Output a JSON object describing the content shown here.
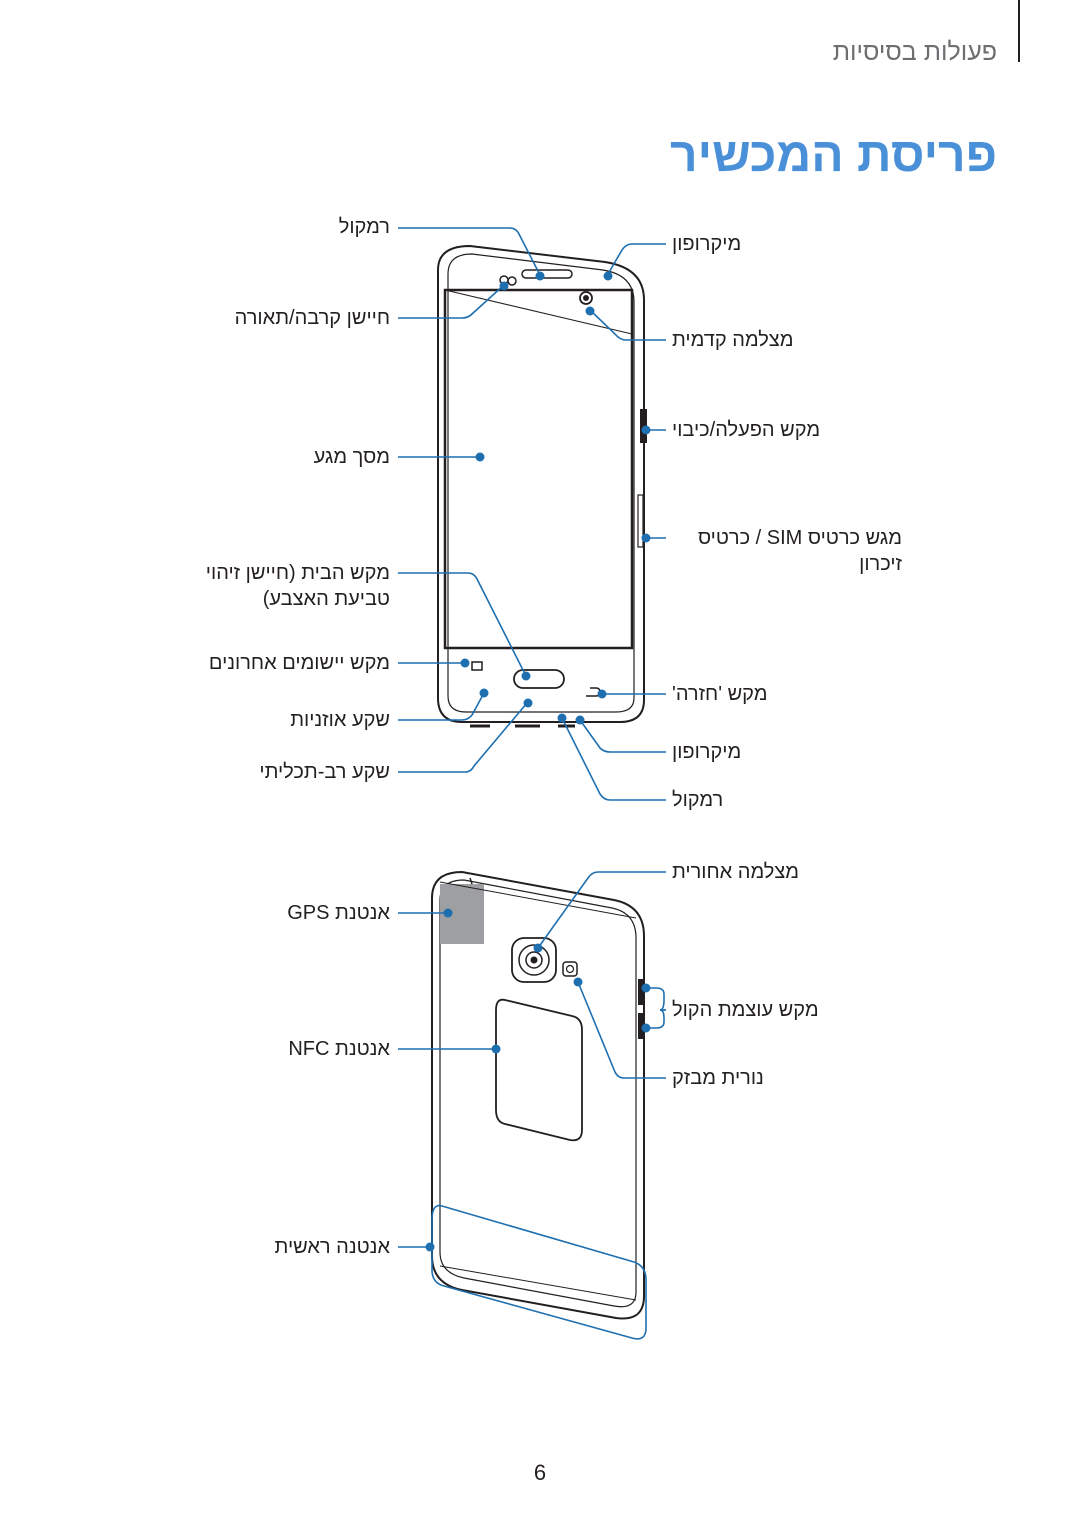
{
  "header": {
    "section_title": "פעולות בסיסיות"
  },
  "page_title": "פריסת המכשיר",
  "colors": {
    "accent": "#4a90d9",
    "callout": "#1e6fb0",
    "text": "#231f20",
    "gray": "#6d6e71"
  },
  "front": {
    "left_labels": {
      "speaker_top": "רמקול",
      "light_sensor": "חיישן קרבה/תאורה",
      "touch_screen": "מסך מגע",
      "home_key_line1": "מקש הבית (חיישן זיהוי",
      "home_key_line2": "טביעת האצבע)",
      "recent_apps_key": "מקש יישומים אחרונים",
      "earphone_jack": "שקע אוזניות",
      "multipurpose_jack": "שקע רב-תכליתי"
    },
    "right_labels": {
      "microphone_top": "מיקרופון",
      "front_camera": "מצלמה קדמית",
      "power_key": "מקש הפעלה/כיבוי",
      "sim_tray_line1": "מגש כרטיס SIM / כרטיס",
      "sim_tray_line2": "זיכרון",
      "back_key": "מקש 'חזרה'",
      "microphone_bottom": "מיקרופון",
      "speaker_bottom": "רמקול"
    }
  },
  "back": {
    "left_labels": {
      "gps_antenna": "אנטנת GPS",
      "nfc_antenna": "אנטנת NFC",
      "main_antenna": "אנטנה ראשית"
    },
    "right_labels": {
      "rear_camera": "מצלמה אחורית",
      "volume_key": "מקש עוצמת הקול",
      "flash": "נורית מבזק"
    }
  },
  "footer": {
    "page_number": "6"
  }
}
